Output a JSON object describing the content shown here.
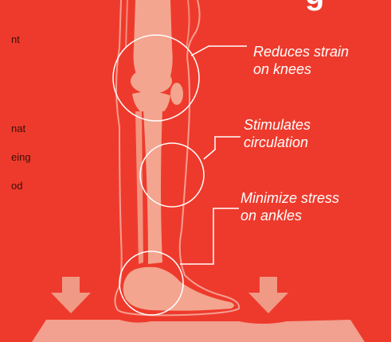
{
  "left_text_fragments": [
    "nt",
    "nat",
    "eing",
    "od"
  ],
  "callouts": {
    "knees": [
      "Reduces strain",
      "on knees"
    ],
    "circulation": [
      "Stimulates",
      "circulation"
    ],
    "ankles": [
      "Minimize stress",
      "on ankles"
    ]
  },
  "colors": {
    "background": "#ee3a2c",
    "bone": "#f3a58f",
    "outline": "#f6c2b4",
    "floor": "#f2a090",
    "arrow": "#f09a86"
  },
  "icons": [
    "down-arrow-icon",
    "down-arrow-icon"
  ]
}
